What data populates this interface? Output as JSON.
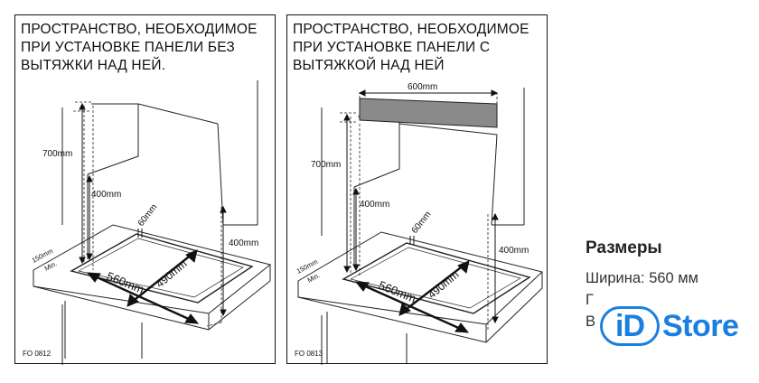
{
  "panels": [
    {
      "title": "ПРОСТРАНСТВО, НЕОБХОДИМОЕ\nПРИ УСТАНОВКЕ ПАНЕЛИ БЕЗ\nВЫТЯЖКИ НАД НЕЙ.",
      "figure_code": "FO 0812",
      "dim_700": "700mm",
      "dim_400_left": "400mm",
      "dim_400_right": "400mm",
      "dim_60": "60mm",
      "dim_150": "150mm",
      "dim_min": "Min.",
      "dim_560": "560mm",
      "dim_490": "490mm"
    },
    {
      "title": "ПРОСТРАНСТВО, НЕОБХОДИМОЕ\nПРИ УСТАНОВКЕ ПАНЕЛИ С\nВЫТЯЖКОЙ НАД НЕЙ",
      "figure_code": "FO 0813",
      "dim_600": "600mm",
      "dim_700": "700mm",
      "dim_400_left": "400mm",
      "dim_400_right": "400mm",
      "dim_60": "60mm",
      "dim_150": "150mm",
      "dim_min": "Min.",
      "dim_560": "560mm",
      "dim_490": "490mm"
    }
  ],
  "specs": {
    "heading": "Размеры",
    "width": "Ширина: 560 мм",
    "line2_partial": "Г",
    "line3_partial": "В"
  },
  "logo": {
    "badge": "iD",
    "word": "Store",
    "color": "#1b7fe0"
  }
}
